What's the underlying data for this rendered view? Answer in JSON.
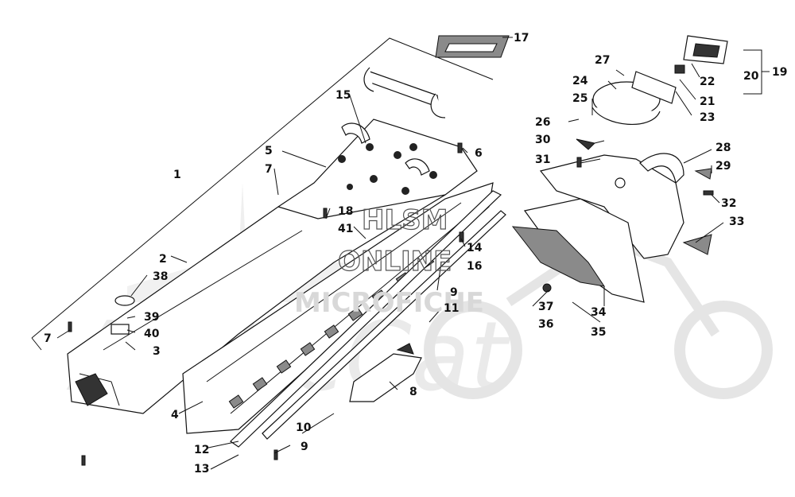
{
  "watermark": {
    "line1": "HLSM",
    "line2": "ONLINE",
    "line3": "MICROFICHE"
  },
  "callouts": [
    "1",
    "2",
    "3",
    "4",
    "5",
    "6",
    "7",
    "7",
    "8",
    "9",
    "9",
    "10",
    "11",
    "12",
    "13",
    "14",
    "15",
    "16",
    "17",
    "18",
    "19",
    "20",
    "21",
    "22",
    "23",
    "24",
    "25",
    "26",
    "27",
    "28",
    "29",
    "30",
    "31",
    "32",
    "33",
    "34",
    "35",
    "36",
    "37",
    "38",
    "39",
    "40",
    "41"
  ]
}
